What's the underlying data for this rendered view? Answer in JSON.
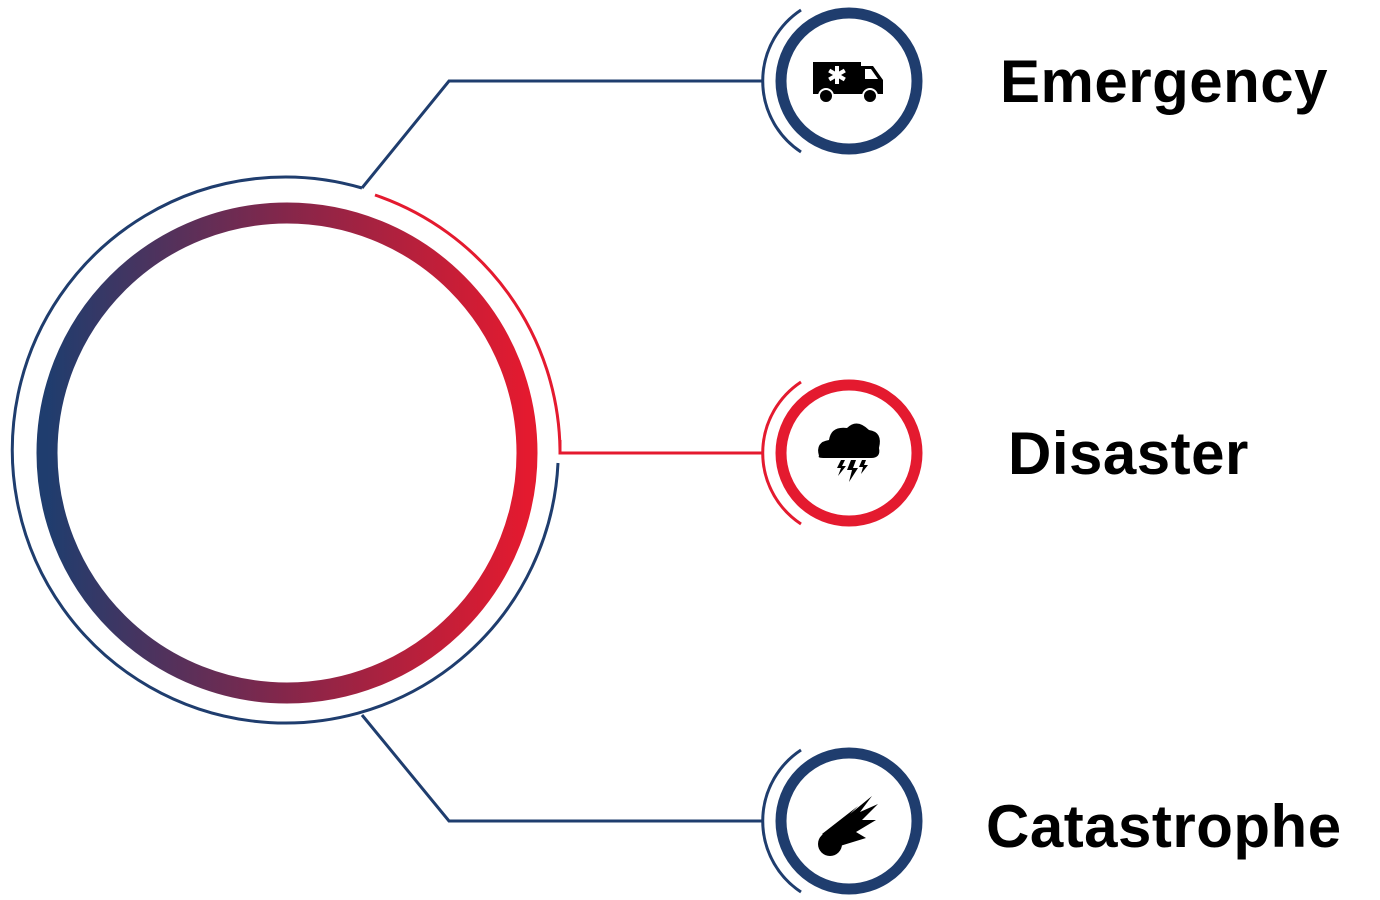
{
  "colors": {
    "navy": "#1f3d6e",
    "red": "#e41a2f",
    "icon": "#000000",
    "background": "#ffffff"
  },
  "items": [
    {
      "label": "Emergency",
      "icon": "ambulance-icon",
      "accent": "navy"
    },
    {
      "label": "Disaster",
      "icon": "storm-cloud-icon",
      "accent": "red"
    },
    {
      "label": "Catastrophe",
      "icon": "meteor-icon",
      "accent": "navy"
    }
  ]
}
